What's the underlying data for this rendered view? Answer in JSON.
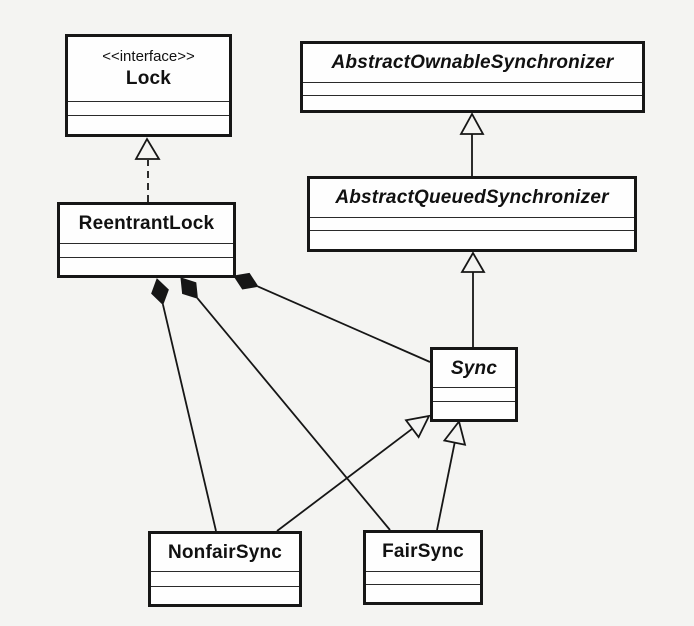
{
  "diagram": {
    "type": "uml-class-diagram",
    "colors": {
      "background": "#f4f4f2",
      "box_fill": "#fefefe",
      "line": "#161616"
    },
    "classes": {
      "lock": {
        "stereotype": "<<interface>>",
        "name": "Lock",
        "abstract": false
      },
      "aos": {
        "name": "AbstractOwnableSynchronizer",
        "abstract": true
      },
      "aqs": {
        "name": "AbstractQueuedSynchronizer",
        "abstract": true
      },
      "reentrantlock": {
        "name": "ReentrantLock",
        "abstract": false
      },
      "sync": {
        "name": "Sync",
        "abstract": true
      },
      "nonfairsync": {
        "name": "NonfairSync",
        "abstract": false
      },
      "fairsync": {
        "name": "FairSync",
        "abstract": false
      }
    },
    "relationships": [
      {
        "from": "ReentrantLock",
        "to": "Lock",
        "type": "realization"
      },
      {
        "from": "AbstractQueuedSynchronizer",
        "to": "AbstractOwnableSynchronizer",
        "type": "generalization"
      },
      {
        "from": "Sync",
        "to": "AbstractQueuedSynchronizer",
        "type": "generalization"
      },
      {
        "from": "NonfairSync",
        "to": "Sync",
        "type": "generalization"
      },
      {
        "from": "FairSync",
        "to": "Sync",
        "type": "generalization"
      },
      {
        "from": "ReentrantLock",
        "to": "Sync",
        "type": "composition"
      },
      {
        "from": "ReentrantLock",
        "to": "NonfairSync",
        "type": "composition"
      },
      {
        "from": "ReentrantLock",
        "to": "FairSync",
        "type": "composition"
      }
    ]
  }
}
